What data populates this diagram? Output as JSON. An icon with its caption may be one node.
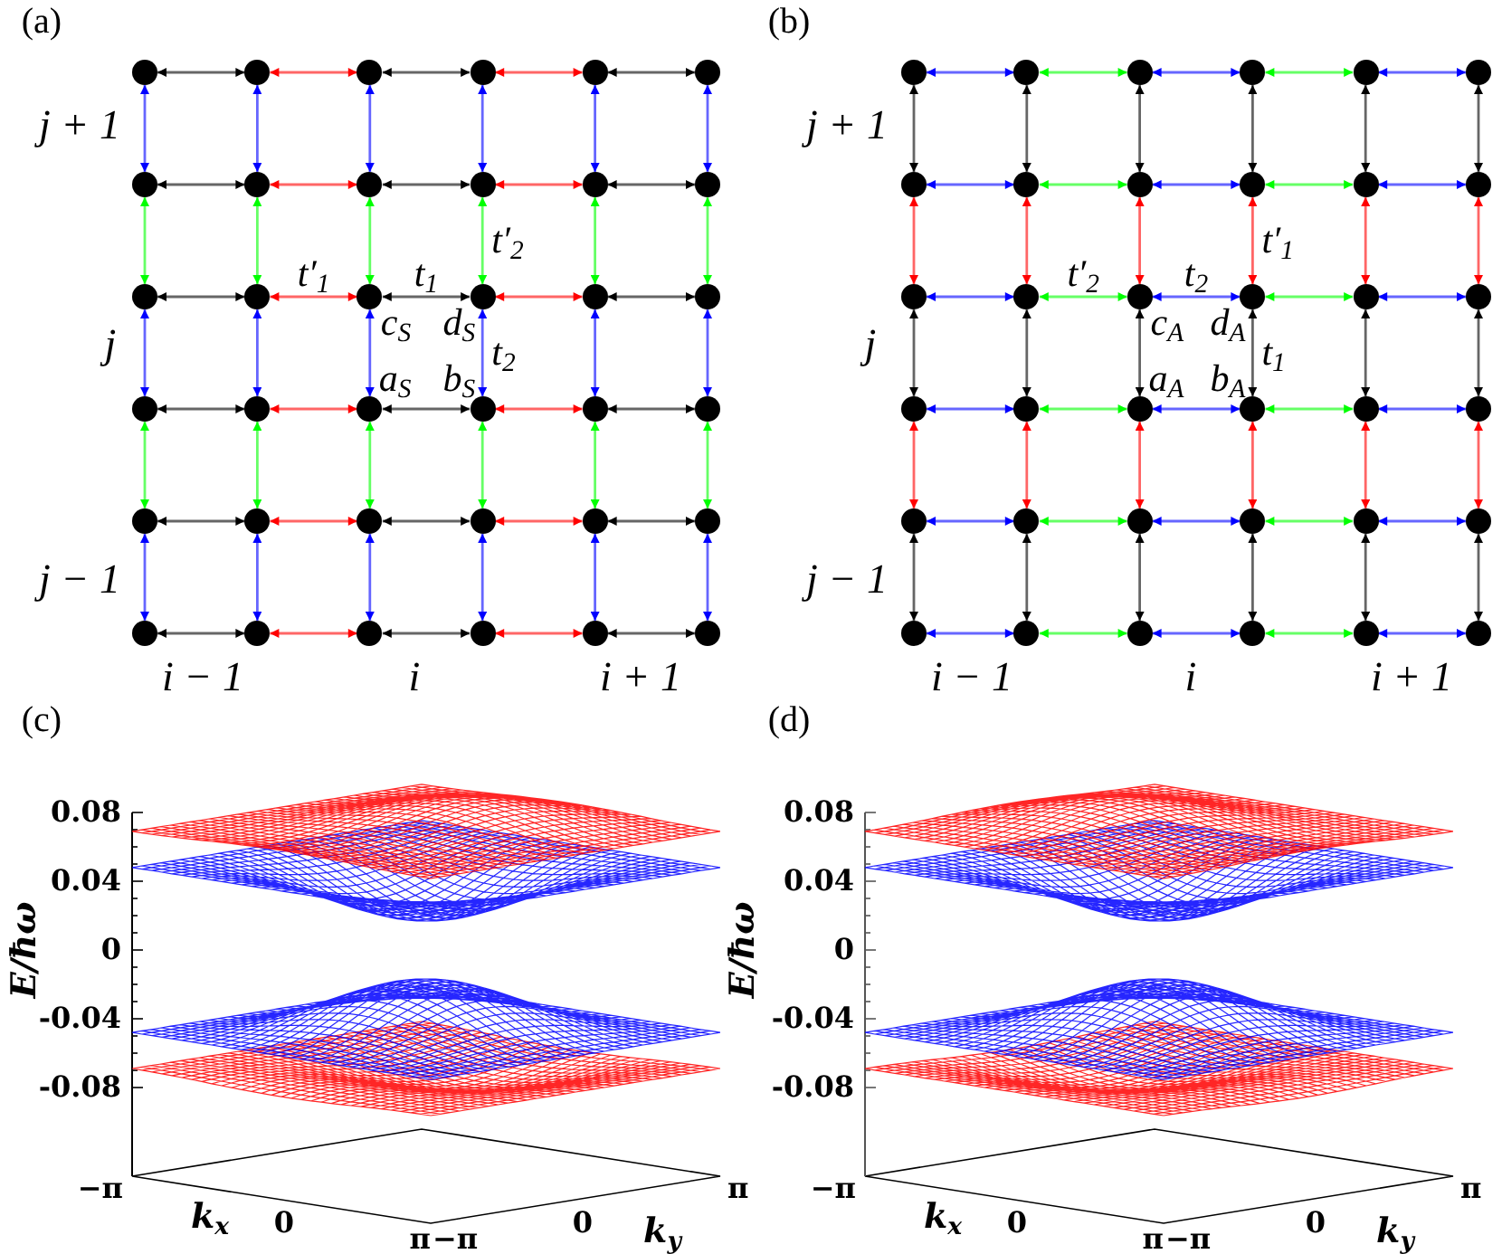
{
  "diagram": {
    "nodes": [
      {
        "text": [],
        "shape": "circle"
      },
      {
        "text": [],
        "shape": "circle"
      },
      {
        "text": [],
        "shape": "circle"
      },
      {
        "text": [],
        "shape": "circle"
      },
      {
        "text": [],
        "shape": "circle"
      },
      {
        "text": [],
        "shape": "circle"
      },
      {
        "text": [],
        "shape": "circle"
      },
      {
        "text": [],
        "shape": "circle"
      },
      {
        "text": [],
        "shape": "circle"
      },
      {
        "text": [],
        "shape": "circle"
      },
      {
        "text": [],
        "shape": "circle"
      },
      {
        "text": [],
        "shape": "circle"
      },
      {
        "text": [],
        "shape": "circle"
      },
      {
        "text": [],
        "shape": "circle"
      },
      {
        "text": [],
        "shape": "circle",
        "beside": [
          "c$_{S}$"
        ]
      },
      {
        "text": [],
        "shape": "circle",
        "beside": [
          "d$_{S}$"
        ]
      },
      {
        "text": [],
        "shape": "circle"
      },
      {
        "text": [],
        "shape": "circle"
      },
      {
        "text": [],
        "shape": "circle"
      },
      {
        "text": [],
        "shape": "circle"
      },
      {
        "text": [],
        "shape": "circle",
        "beside": [
          "a$_{S}$"
        ]
      },
      {
        "text": [],
        "shape": "circle",
        "beside": [
          "b$_{S}$"
        ]
      },
      {
        "text": [],
        "shape": "circle"
      },
      {
        "text": [],
        "shape": "circle"
      },
      {
        "text": [],
        "shape": "circle"
      },
      {
        "text": [],
        "shape": "circle"
      },
      {
        "text": [],
        "shape": "circle"
      },
      {
        "text": [],
        "shape": "circle"
      },
      {
        "text": [],
        "shape": "circle"
      },
      {
        "text": [],
        "shape": "circle"
      },
      {
        "text": [],
        "shape": "circle"
      },
      {
        "text": [],
        "shape": "circle"
      },
      {
        "text": [],
        "shape": "circle"
      },
      {
        "text": [],
        "shape": "circle"
      },
      {
        "text": [],
        "shape": "circle"
      },
      {
        "text": [],
        "shape": "circle"
      },
      {
        "text": [],
        "shape": "circle"
      },
      {
        "text": [],
        "shape": "circle"
      },
      {
        "text": [],
        "shape": "circle"
      },
      {
        "text": [],
        "shape": "circle"
      },
      {
        "text": [],
        "shape": "circle"
      },
      {
        "text": [],
        "shape": "circle"
      },
      {
        "text": [],
        "shape": "circle"
      },
      {
        "text": [],
        "shape": "circle"
      },
      {
        "text": [],
        "shape": "circle"
      },
      {
        "text": [],
        "shape": "circle"
      },
      {
        "text": [],
        "shape": "circle"
      },
      {
        "text": [],
        "shape": "circle"
      },
      {
        "text": [],
        "shape": "circle"
      },
      {
        "text": [],
        "shape": "circle"
      },
      {
        "text": [],
        "shape": "circle",
        "beside": [
          "c$_{A}$"
        ]
      },
      {
        "text": [],
        "shape": "circle",
        "beside": [
          "d$_{A}$"
        ]
      },
      {
        "text": [],
        "shape": "circle"
      },
      {
        "text": [],
        "shape": "circle"
      },
      {
        "text": [],
        "shape": "circle"
      },
      {
        "text": [],
        "shape": "circle"
      },
      {
        "text": [],
        "shape": "circle",
        "beside": [
          "a$_{A}$"
        ]
      },
      {
        "text": [],
        "shape": "circle",
        "beside": [
          "b$_{A}$"
        ]
      },
      {
        "text": [],
        "shape": "circle"
      },
      {
        "text": [],
        "shape": "circle"
      },
      {
        "text": [],
        "shape": "circle"
      },
      {
        "text": [],
        "shape": "circle"
      },
      {
        "text": [],
        "shape": "circle"
      },
      {
        "text": [],
        "shape": "circle"
      },
      {
        "text": [],
        "shape": "circle"
      },
      {
        "text": [],
        "shape": "circle"
      },
      {
        "text": [],
        "shape": "circle"
      },
      {
        "text": [],
        "shape": "circle"
      },
      {
        "text": [],
        "shape": "circle"
      },
      {
        "text": [],
        "shape": "circle"
      },
      {
        "text": [],
        "shape": "circle"
      },
      {
        "text": [],
        "shape": "circle"
      }
    ],
    "edges": [
      {
        "from": 0,
        "to": 1,
        "arrow": "both"
      },
      {
        "from": 1,
        "to": 2,
        "arrow": "both",
        "color": "#ff0000"
      },
      {
        "from": 2,
        "to": 3,
        "arrow": "both"
      },
      {
        "from": 3,
        "to": 4,
        "arrow": "both",
        "color": "#ff0000"
      },
      {
        "from": 4,
        "to": 5,
        "arrow": "both"
      },
      {
        "from": 0,
        "to": 6,
        "arrow": "both",
        "color": "#0000ff"
      },
      {
        "from": 1,
        "to": 7,
        "arrow": "both",
        "color": "#0000ff"
      },
      {
        "from": 2,
        "to": 8,
        "arrow": "both",
        "color": "#0000ff"
      },
      {
        "from": 3,
        "to": 9,
        "arrow": "both",
        "color": "#0000ff"
      },
      {
        "from": 4,
        "to": 10,
        "arrow": "both",
        "color": "#0000ff"
      },
      {
        "from": 5,
        "to": 11,
        "arrow": "both",
        "color": "#0000ff"
      },
      {
        "from": 6,
        "to": 7,
        "arrow": "both"
      },
      {
        "from": 7,
        "to": 8,
        "arrow": "both",
        "color": "#ff0000"
      },
      {
        "from": 8,
        "to": 9,
        "arrow": "both"
      },
      {
        "from": 9,
        "to": 10,
        "arrow": "both",
        "color": "#ff0000"
      },
      {
        "from": 10,
        "to": 11,
        "arrow": "both"
      },
      {
        "from": 6,
        "to": 12,
        "arrow": "both",
        "color": "#00ff00"
      },
      {
        "from": 7,
        "to": 13,
        "arrow": "both",
        "color": "#00ff00"
      },
      {
        "from": 8,
        "to": 14,
        "arrow": "both",
        "color": "#00ff00"
      },
      {
        "from": 9,
        "to": 15,
        "arrow": "both",
        "color": "#00ff00",
        "label": "t′$_{2}$"
      },
      {
        "from": 10,
        "to": 16,
        "arrow": "both",
        "color": "#00ff00"
      },
      {
        "from": 11,
        "to": 17,
        "arrow": "both",
        "color": "#00ff00"
      },
      {
        "from": 12,
        "to": 13,
        "arrow": "both"
      },
      {
        "from": 13,
        "to": 14,
        "arrow": "both",
        "color": "#ff0000",
        "label": "t′$_{1}$"
      },
      {
        "from": 14,
        "to": 15,
        "arrow": "both",
        "label": "t$_{1}$"
      },
      {
        "from": 15,
        "to": 16,
        "arrow": "both",
        "color": "#ff0000"
      },
      {
        "from": 16,
        "to": 17,
        "arrow": "both"
      },
      {
        "from": 12,
        "to": 18,
        "arrow": "both",
        "color": "#0000ff"
      },
      {
        "from": 13,
        "to": 19,
        "arrow": "both",
        "color": "#0000ff"
      },
      {
        "from": 14,
        "to": 20,
        "arrow": "both",
        "color": "#0000ff"
      },
      {
        "from": 15,
        "to": 21,
        "arrow": "both",
        "color": "#0000ff",
        "label": "t$_{2}$"
      },
      {
        "from": 16,
        "to": 22,
        "arrow": "both",
        "color": "#0000ff"
      },
      {
        "from": 17,
        "to": 23,
        "arrow": "both",
        "color": "#0000ff"
      },
      {
        "from": 18,
        "to": 19,
        "arrow": "both"
      },
      {
        "from": 19,
        "to": 20,
        "arrow": "both",
        "color": "#ff0000"
      },
      {
        "from": 20,
        "to": 21,
        "arrow": "both"
      },
      {
        "from": 21,
        "to": 22,
        "arrow": "both",
        "color": "#ff0000"
      },
      {
        "from": 22,
        "to": 23,
        "arrow": "both"
      },
      {
        "from": 18,
        "to": 24,
        "arrow": "both",
        "color": "#00ff00"
      },
      {
        "from": 19,
        "to": 25,
        "arrow": "both",
        "color": "#00ff00"
      },
      {
        "from": 20,
        "to": 26,
        "arrow": "both",
        "color": "#00ff00"
      },
      {
        "from": 21,
        "to": 27,
        "arrow": "both",
        "color": "#00ff00"
      },
      {
        "from": 22,
        "to": 28,
        "arrow": "both",
        "color": "#00ff00"
      },
      {
        "from": 23,
        "to": 29,
        "arrow": "both",
        "color": "#00ff00"
      },
      {
        "from": 24,
        "to": 25,
        "arrow": "both"
      },
      {
        "from": 25,
        "to": 26,
        "arrow": "both",
        "color": "#ff0000"
      },
      {
        "from": 26,
        "to": 27,
        "arrow": "both"
      },
      {
        "from": 27,
        "to": 28,
        "arrow": "both",
        "color": "#ff0000"
      },
      {
        "from": 28,
        "to": 29,
        "arrow": "both"
      },
      {
        "from": 24,
        "to": 30,
        "arrow": "both",
        "color": "#0000ff"
      },
      {
        "from": 25,
        "to": 31,
        "arrow": "both",
        "color": "#0000ff"
      },
      {
        "from": 26,
        "to": 32,
        "arrow": "both",
        "color": "#0000ff"
      },
      {
        "from": 27,
        "to": 33,
        "arrow": "both",
        "color": "#0000ff"
      },
      {
        "from": 28,
        "to": 34,
        "arrow": "both",
        "color": "#0000ff"
      },
      {
        "from": 29,
        "to": 35,
        "arrow": "both",
        "color": "#0000ff"
      },
      {
        "from": 30,
        "to": 31,
        "arrow": "both"
      },
      {
        "from": 31,
        "to": 32,
        "arrow": "both",
        "color": "#ff0000"
      },
      {
        "from": 32,
        "to": 33,
        "arrow": "both"
      },
      {
        "from": 33,
        "to": 34,
        "arrow": "both",
        "color": "#ff0000"
      },
      {
        "from": 34,
        "to": 35,
        "arrow": "both"
      },
      {
        "from": 36,
        "to": 37,
        "arrow": "both",
        "color": "#0000ff"
      },
      {
        "from": 37,
        "to": 38,
        "arrow": "both",
        "color": "#00ff00"
      },
      {
        "from": 38,
        "to": 39,
        "arrow": "both",
        "color": "#0000ff"
      },
      {
        "from": 39,
        "to": 40,
        "arrow": "both",
        "color": "#00ff00"
      },
      {
        "from": 40,
        "to": 41,
        "arrow": "both",
        "color": "#0000ff"
      },
      {
        "from": 36,
        "to": 42,
        "arrow": "both"
      },
      {
        "from": 37,
        "to": 43,
        "arrow": "both"
      },
      {
        "from": 38,
        "to": 44,
        "arrow": "both"
      },
      {
        "from": 39,
        "to": 45,
        "arrow": "both"
      },
      {
        "from": 40,
        "to": 46,
        "arrow": "both"
      },
      {
        "from": 41,
        "to": 47,
        "arrow": "both"
      },
      {
        "from": 42,
        "to": 43,
        "arrow": "both",
        "color": "#0000ff"
      },
      {
        "from": 43,
        "to": 44,
        "arrow": "both",
        "color": "#00ff00"
      },
      {
        "from": 44,
        "to": 45,
        "arrow": "both",
        "color": "#0000ff"
      },
      {
        "from": 45,
        "to": 46,
        "arrow": "both",
        "color": "#00ff00"
      },
      {
        "from": 46,
        "to": 47,
        "arrow": "both",
        "color": "#0000ff"
      },
      {
        "from": 42,
        "to": 48,
        "arrow": "both",
        "color": "#ff0000"
      },
      {
        "from": 43,
        "to": 49,
        "arrow": "both",
        "color": "#ff0000"
      },
      {
        "from": 44,
        "to": 50,
        "arrow": "both",
        "color": "#ff0000"
      },
      {
        "from": 45,
        "to": 51,
        "arrow": "both",
        "color": "#ff0000",
        "label": "t′$_{1}$"
      },
      {
        "from": 46,
        "to": 52,
        "arrow": "both",
        "color": "#ff0000"
      },
      {
        "from": 47,
        "to": 53,
        "arrow": "both",
        "color": "#ff0000"
      },
      {
        "from": 48,
        "to": 49,
        "arrow": "both",
        "color": "#0000ff"
      },
      {
        "from": 49,
        "to": 50,
        "arrow": "both",
        "color": "#00ff00",
        "label": "t′$_{2}$"
      },
      {
        "from": 50,
        "to": 51,
        "arrow": "both",
        "color": "#0000ff",
        "label": "t$_{2}$"
      },
      {
        "from": 51,
        "to": 52,
        "arrow": "both",
        "color": "#00ff00"
      },
      {
        "from": 52,
        "to": 53,
        "arrow": "both",
        "color": "#0000ff"
      },
      {
        "from": 48,
        "to": 54,
        "arrow": "both"
      },
      {
        "from": 49,
        "to": 55,
        "arrow": "both"
      },
      {
        "from": 50,
        "to": 56,
        "arrow": "both"
      },
      {
        "from": 51,
        "to": 57,
        "arrow": "both",
        "label": "t$_{1}$"
      },
      {
        "from": 52,
        "to": 58,
        "arrow": "both"
      },
      {
        "from": 53,
        "to": 59,
        "arrow": "both"
      },
      {
        "from": 54,
        "to": 55,
        "arrow": "both",
        "color": "#0000ff"
      },
      {
        "from": 55,
        "to": 56,
        "arrow": "both",
        "color": "#00ff00"
      },
      {
        "from": 56,
        "to": 57,
        "arrow": "both",
        "color": "#0000ff"
      },
      {
        "from": 57,
        "to": 58,
        "arrow": "both",
        "color": "#00ff00"
      },
      {
        "from": 58,
        "to": 59,
        "arrow": "both",
        "color": "#0000ff"
      },
      {
        "from": 54,
        "to": 60,
        "arrow": "both",
        "color": "#ff0000"
      },
      {
        "from": 55,
        "to": 61,
        "arrow": "both",
        "color": "#ff0000"
      },
      {
        "from": 56,
        "to": 62,
        "arrow": "both",
        "color": "#ff0000"
      },
      {
        "from": 57,
        "to": 63,
        "arrow": "both",
        "color": "#ff0000"
      },
      {
        "from": 58,
        "to": 64,
        "arrow": "both",
        "color": "#ff0000"
      },
      {
        "from": 59,
        "to": 65,
        "arrow": "both",
        "color": "#ff0000"
      },
      {
        "from": 60,
        "to": 61,
        "arrow": "both",
        "color": "#0000ff"
      },
      {
        "from": 61,
        "to": 62,
        "arrow": "both",
        "color": "#00ff00"
      },
      {
        "from": 62,
        "to": 63,
        "arrow": "both",
        "color": "#0000ff"
      },
      {
        "from": 63,
        "to": 64,
        "arrow": "both",
        "color": "#00ff00"
      },
      {
        "from": 64,
        "to": 65,
        "arrow": "both",
        "color": "#0000ff"
      },
      {
        "from": 60,
        "to": 66,
        "arrow": "both"
      },
      {
        "from": 61,
        "to": 67,
        "arrow": "both"
      },
      {
        "from": 62,
        "to": 68,
        "arrow": "both"
      },
      {
        "from": 63,
        "to": 69,
        "arrow": "both"
      },
      {
        "from": 64,
        "to": 70,
        "arrow": "both"
      },
      {
        "from": 65,
        "to": 71,
        "arrow": "both"
      },
      {
        "from": 66,
        "to": 67,
        "arrow": "both",
        "color": "#0000ff"
      },
      {
        "from": 67,
        "to": 68,
        "arrow": "both",
        "color": "#00ff00"
      },
      {
        "from": 68,
        "to": 69,
        "arrow": "both",
        "color": "#0000ff"
      },
      {
        "from": 69,
        "to": 70,
        "arrow": "both",
        "color": "#00ff00"
      },
      {
        "from": 70,
        "to": 71,
        "arrow": "both",
        "color": "#0000ff"
      }
    ],
    "labels": [
      "(a)",
      "(b)",
      "j + 1",
      "j + 1",
      "j",
      "j",
      "j − 1",
      "j − 1",
      "i − 1",
      "i",
      "i + 1",
      "i − 1",
      "i",
      "i + 1",
      "(c)",
      "(d)",
      "0.08",
      "0.04",
      "0",
      "-0.04",
      "-0.08",
      "E/ħω",
      "−π",
      "k$_{x}$",
      "0",
      "π",
      "−π",
      "0",
      "k$_{y}$",
      "π",
      "0.08",
      "0.04",
      "0",
      "-0.04",
      "-0.08",
      "E/ħω",
      "−π",
      "k$_{x}$",
      "0",
      "π",
      "−π",
      "0",
      "k$_{y}$",
      "π"
    ]
  }
}
